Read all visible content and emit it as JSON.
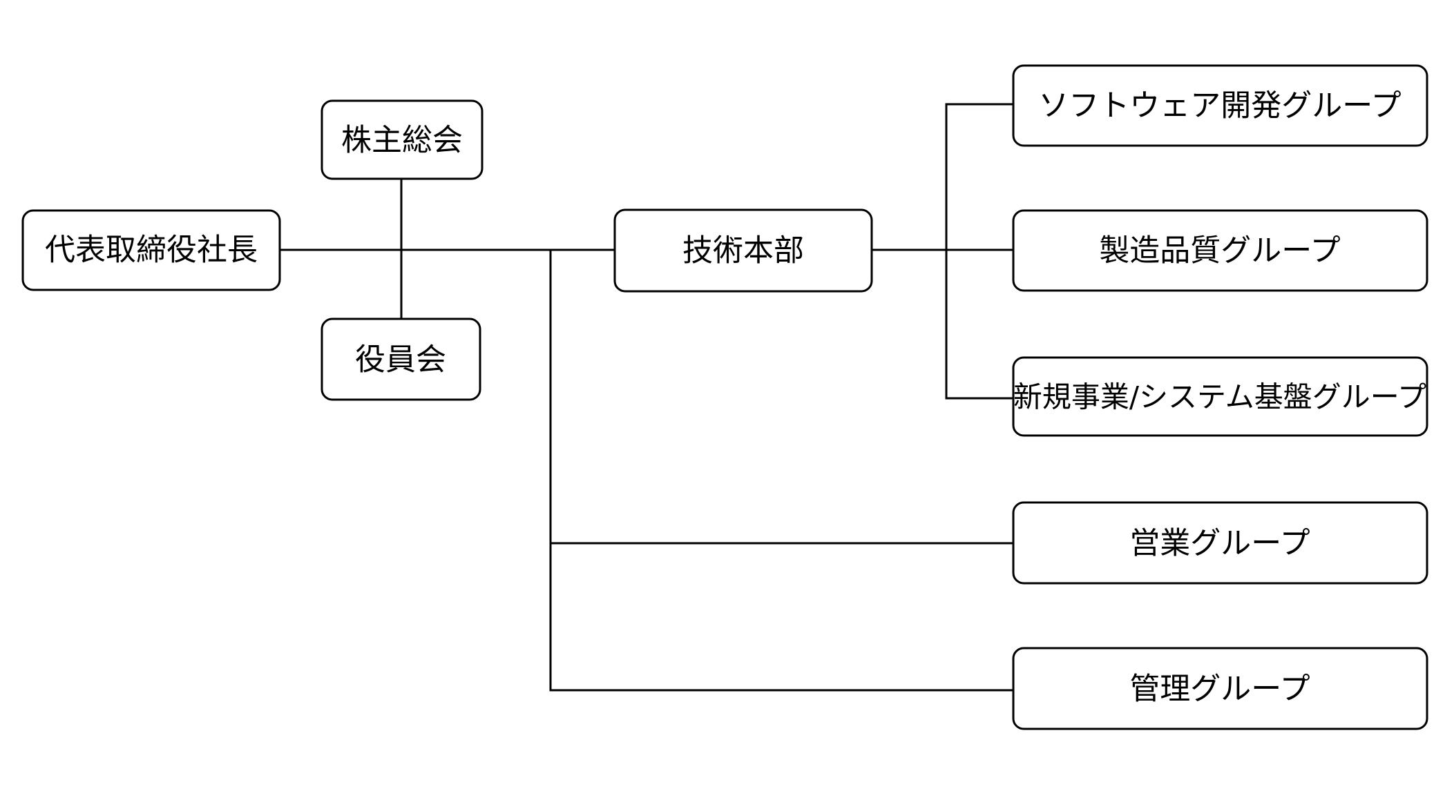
{
  "org_chart": {
    "nodes": {
      "president": "代表取締役社長",
      "shareholders_meeting": "株主総会",
      "board": "役員会",
      "engineering_division": "技術本部",
      "software_group": "ソフトウェア開発グループ",
      "manufacturing_quality_group": "製造品質グループ",
      "new_business_group": "新規事業/システム基盤グループ",
      "sales_group": "営業グループ",
      "administration_group": "管理グループ"
    }
  }
}
